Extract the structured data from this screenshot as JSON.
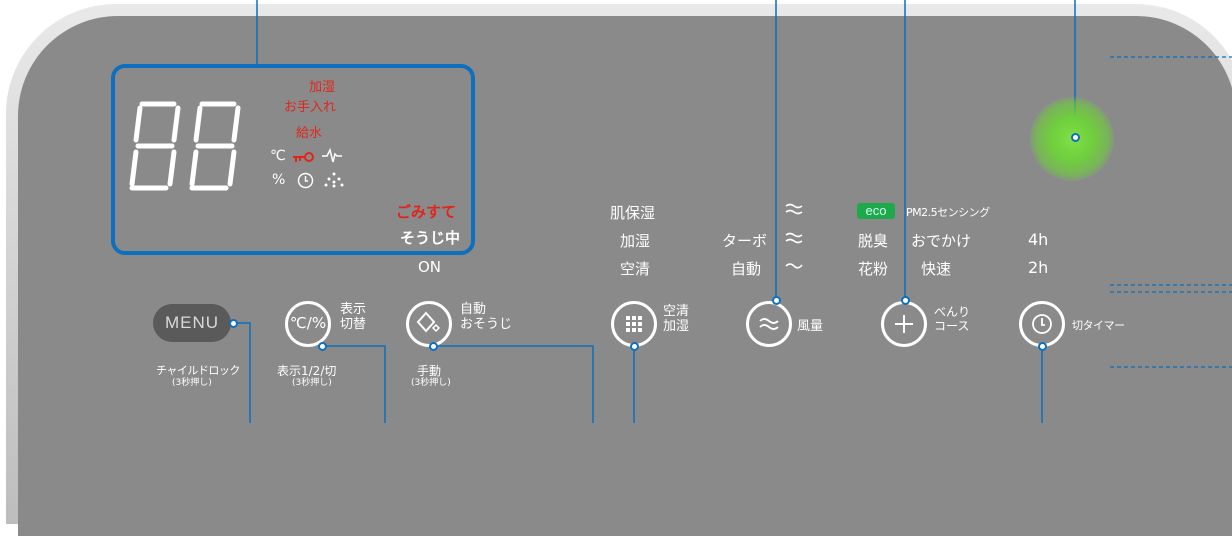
{
  "lcd": {
    "digits": "88",
    "status_humidify_care": [
      "加湿",
      "お手入れ"
    ],
    "status_water": "給水",
    "unit_celsius": "℃",
    "unit_percent": "%",
    "status_dust": "ごみすて",
    "status_cleaning": "そうじ中",
    "status_on": "ON"
  },
  "indicators": {
    "mode_col1": [
      "肌保湿",
      "加湿",
      "空清"
    ],
    "mode_col2": [
      "ターボ",
      "自動"
    ],
    "mode_col3": [
      "脱臭",
      "花粉"
    ],
    "mode_col4": [
      "おでかけ",
      "快速"
    ],
    "eco_label": "eco",
    "pm_label": "PM2.5センシング",
    "hours": [
      "4h",
      "2h"
    ]
  },
  "buttons": {
    "menu_label": "MENU",
    "menu_sub": "チャイルドロック",
    "menu_sub2": "(3秒押し)",
    "display_icon": "℃/%",
    "display_label": [
      "表示",
      "切替"
    ],
    "display_sub": "表示1/2/切",
    "display_sub2": "(3秒押し)",
    "auto_clean_label": [
      "自動",
      "おそうじ"
    ],
    "auto_clean_sub": "手動",
    "auto_clean_sub2": "(3秒押し)",
    "air_label": [
      "空清",
      "加湿"
    ],
    "fan_label": "風量",
    "course_label": [
      "べんり",
      "コース"
    ],
    "timer_label": "切タイマー"
  },
  "colors": {
    "panel": "#8a8a8a",
    "accent_blue": "#0d6fbd",
    "warning_red": "#e0261b",
    "eco_green": "#1ea94a",
    "led_green": "#6fcf3c"
  }
}
